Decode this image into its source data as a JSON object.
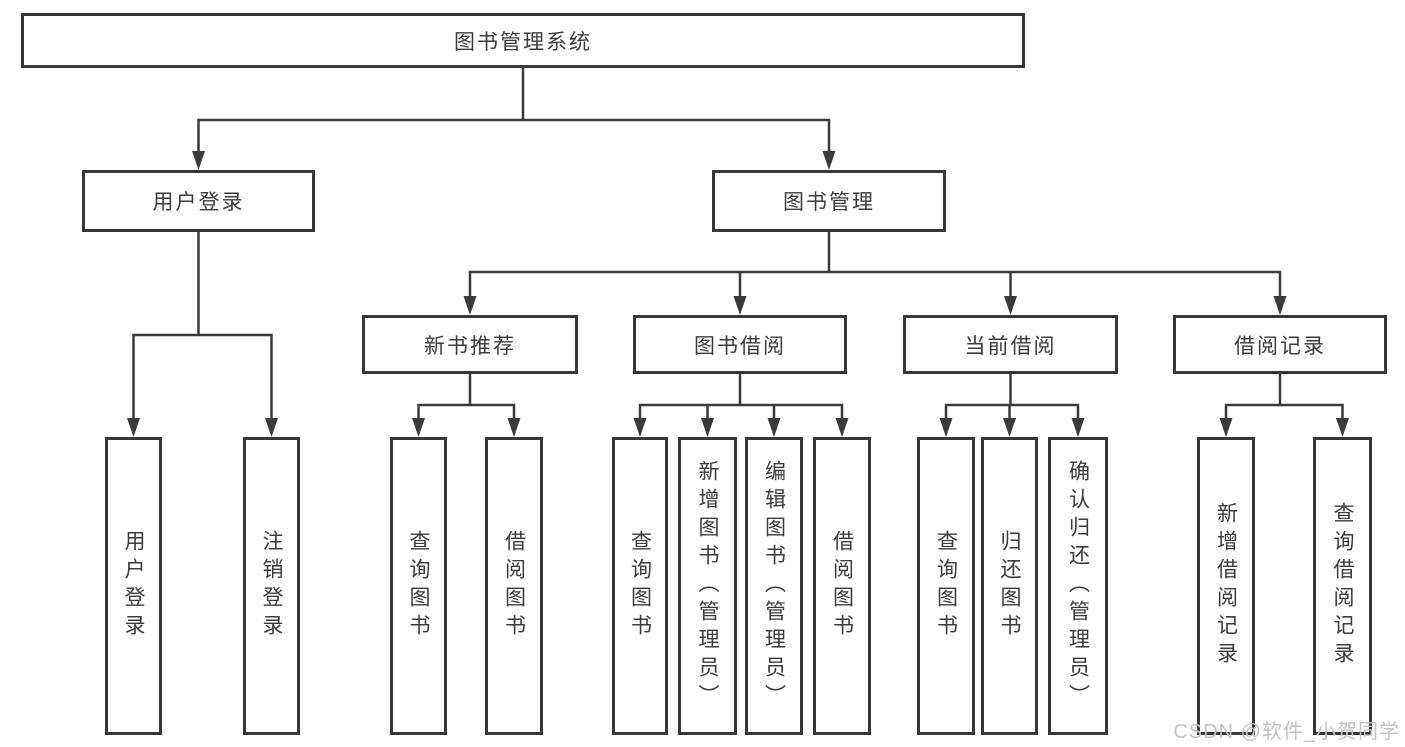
{
  "diagram_type": "functional-structure-tree",
  "tree": {
    "label": "图书管理系统",
    "children": [
      {
        "label": "用户登录",
        "children": [
          {
            "label": "用户登录"
          },
          {
            "label": "注销登录"
          }
        ]
      },
      {
        "label": "图书管理",
        "children": [
          {
            "label": "新书推荐",
            "children": [
              {
                "label": "查询图书"
              },
              {
                "label": "借阅图书"
              }
            ]
          },
          {
            "label": "图书借阅",
            "children": [
              {
                "label": "查询图书"
              },
              {
                "label": "新增图书（管理员）"
              },
              {
                "label": "编辑图书（管理员）"
              },
              {
                "label": "借阅图书"
              }
            ]
          },
          {
            "label": "当前借阅",
            "children": [
              {
                "label": "查询图书"
              },
              {
                "label": "归还图书"
              },
              {
                "label": "确认归还（管理员）"
              }
            ]
          },
          {
            "label": "借阅记录",
            "children": [
              {
                "label": "新增借阅记录"
              },
              {
                "label": "查询借阅记录"
              }
            ]
          }
        ]
      }
    ]
  },
  "watermark": "CSDN @软件_小贺同学",
  "colors": {
    "box_border": "#373737",
    "connector_line": "#3a3a3a",
    "text": "#3b3b40",
    "watermark": "#c6c2c2",
    "background": "#ffffff"
  }
}
